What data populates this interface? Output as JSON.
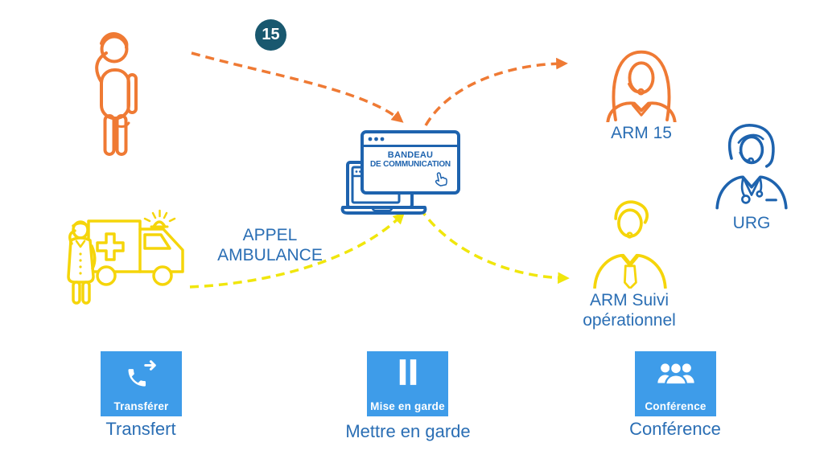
{
  "diagram": {
    "badge": "15",
    "window": {
      "line1": "BANDEAU",
      "line2": "DE COMMUNICATION"
    },
    "actors": {
      "arm15": "ARM 15",
      "arm_suivi": [
        "ARM Suivi",
        "opérationnel"
      ],
      "urg": "URG",
      "ambulance_call": [
        "APPEL",
        "AMBULANCE"
      ]
    }
  },
  "buttons": [
    {
      "inner": "Transférer",
      "caption": "Transfert",
      "icon": "phone-forward-icon"
    },
    {
      "inner": "Mise en garde",
      "caption": "Mettre en garde",
      "icon": "pause-icon"
    },
    {
      "inner": "Conférence",
      "caption": "Conférence",
      "icon": "conference-people-icon"
    }
  ],
  "icons": {
    "caller": "caller-person-icon",
    "ambulance": "ambulance-icon",
    "laptop": "laptop-bandeau-window-icon",
    "cursor": "hand-cursor-icon",
    "arm15": "arm15-operator-icon",
    "arm_suivi": "arm-suivi-operator-icon",
    "urg": "urg-doctor-icon"
  },
  "colors": {
    "orange": "#EF7A34",
    "yellow": "#F5D50A",
    "yellow_arrow": "#F0E60C",
    "blue_outline": "#1E63AE",
    "blue_text": "#2A6EB4",
    "button_blue": "#3E9CE9",
    "badge_teal": "#19586F"
  }
}
